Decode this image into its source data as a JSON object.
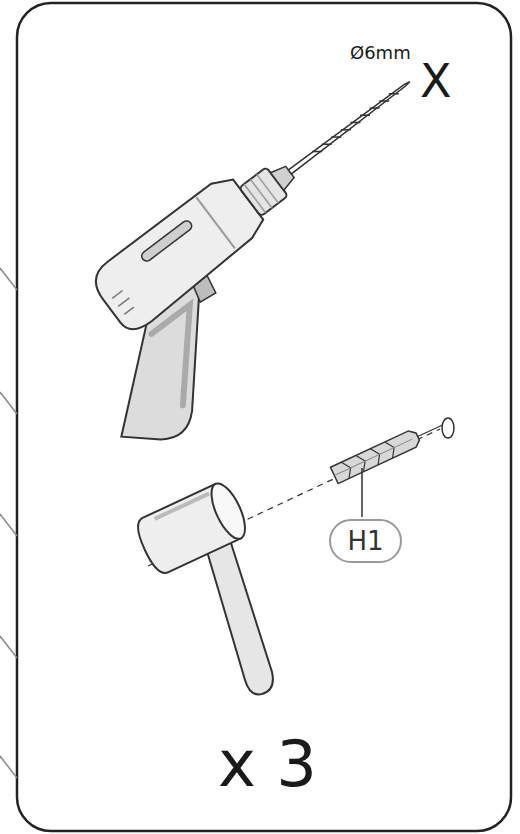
{
  "diagram": {
    "nodes": [
      {
        "text": [
          "H1"
        ]
      }
    ],
    "labels": [
      "Ø6mm",
      "X",
      "x 3"
    ]
  }
}
